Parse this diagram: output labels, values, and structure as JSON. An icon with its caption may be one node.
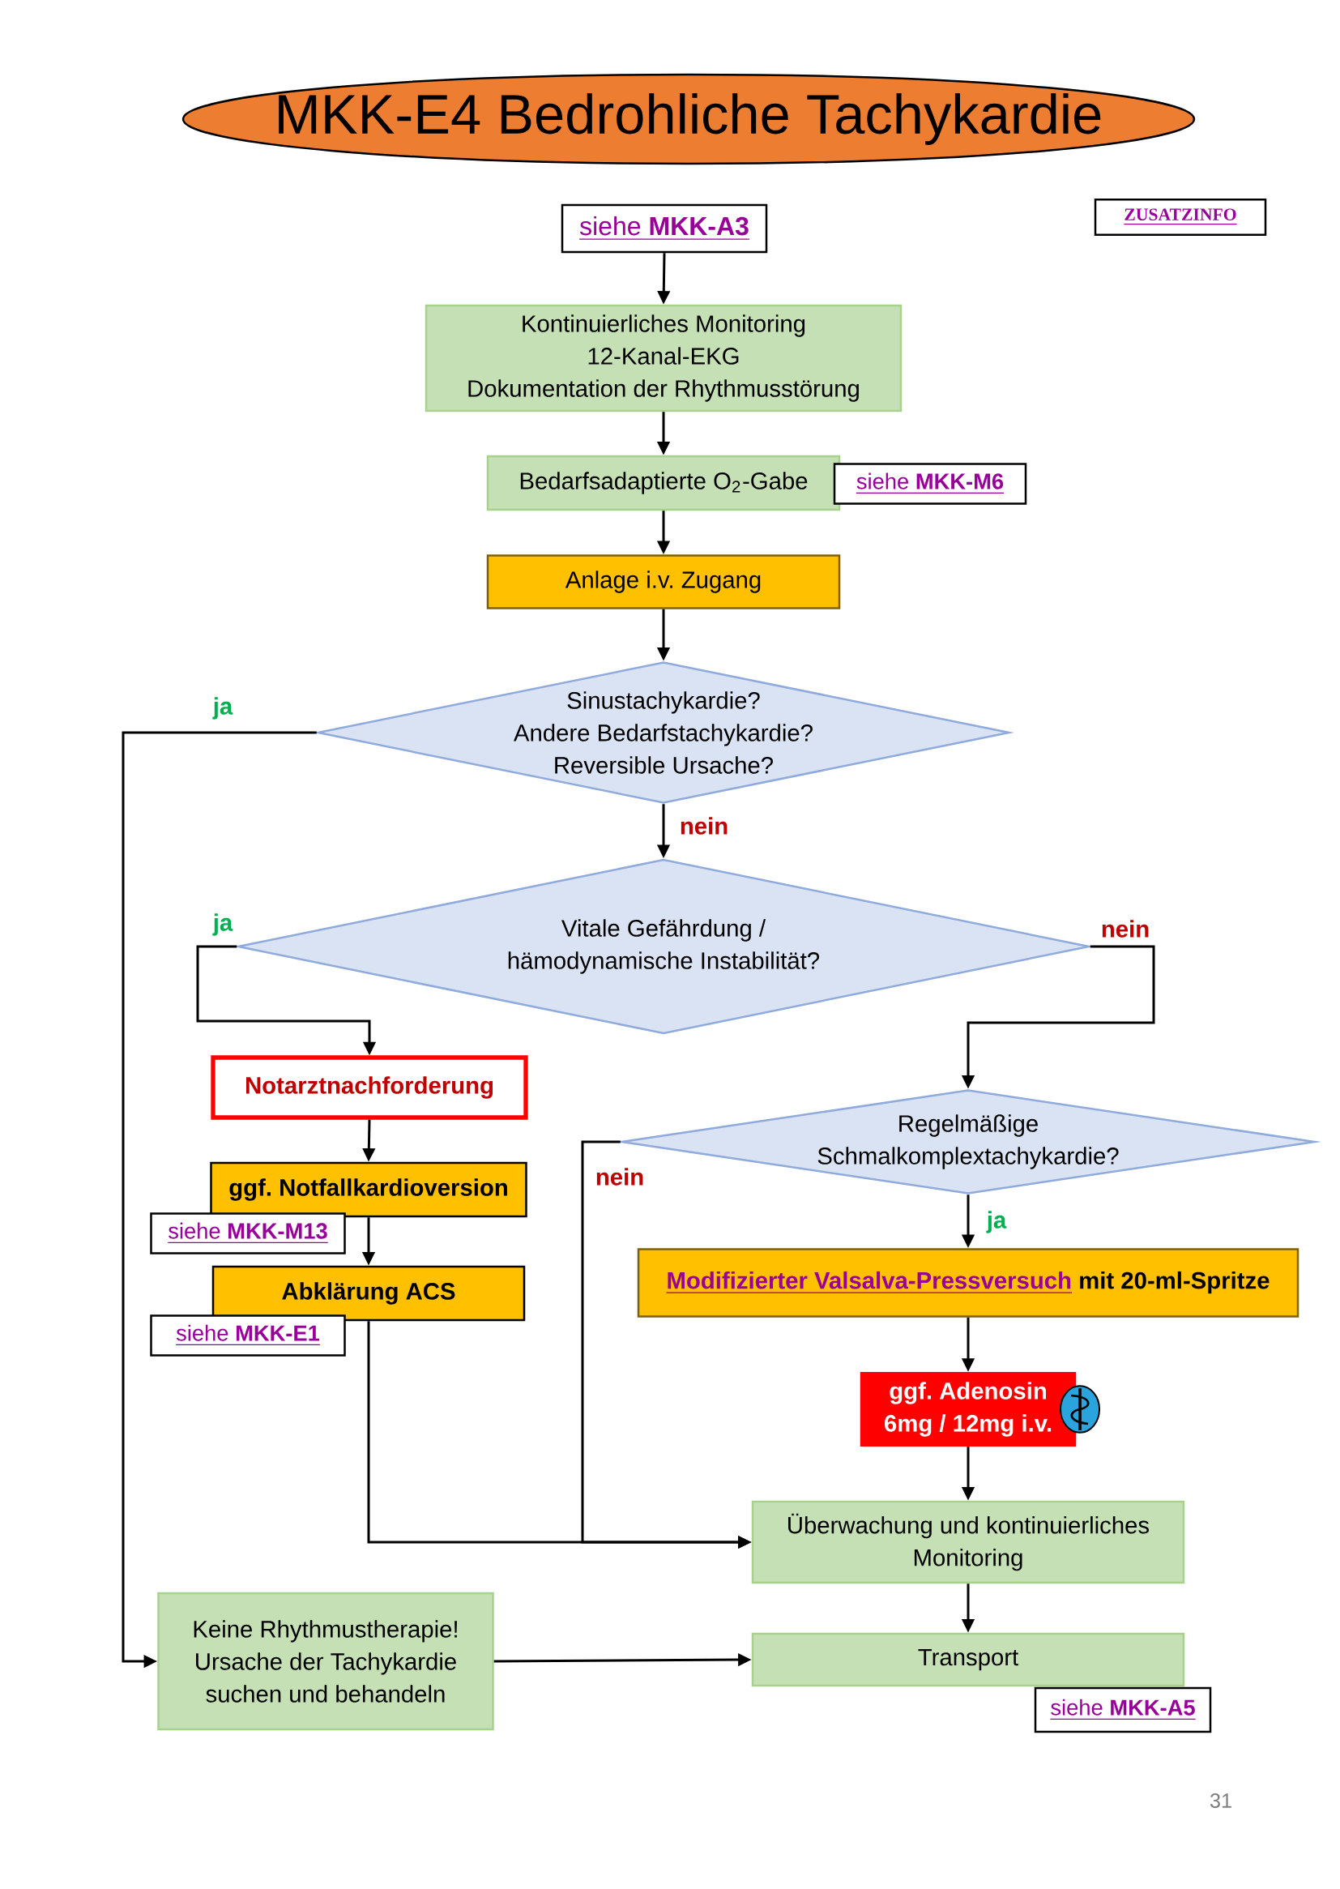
{
  "diagram": {
    "title": "MKK-E4 Bedrohliche Tachykardie",
    "nodes": [
      {
        "text": [
          "siehe **MKK-A3**"
        ]
      },
      {
        "text": [
          "ZUSATZINFO"
        ]
      },
      {
        "text": [
          "Kontinuierliches Monitoring",
          "12-Kanal-EKG",
          "Dokumentation der Rhythmusstörung"
        ]
      },
      {
        "text": [
          "Bedarfsadaptierte O$_{2}$-Gabe"
        ]
      },
      {
        "text": [
          "siehe **MKK-M6**"
        ]
      },
      {
        "text": [
          "Anlage i.v. Zugang"
        ]
      },
      {
        "text": [
          "Sinustachykardie?",
          "Andere Bedarfstachykardie?",
          "Reversible Ursache?"
        ]
      },
      {
        "text": [
          "Vitale Gefährdung / hämodynamische Instabilität?"
        ]
      },
      {
        "text": [
          "Notarztnachforderung"
        ]
      },
      {
        "text": [
          "ggf. Notfallkardioversion"
        ]
      },
      {
        "text": [
          "siehe **MKK-M13**"
        ]
      },
      {
        "text": [
          "Abklärung ACS"
        ]
      },
      {
        "text": [
          "siehe **MKK-E1**"
        ]
      },
      {
        "text": [
          "Regelmäßige Schmalkomplextachykardie?"
        ]
      },
      {
        "text": [
          "Modifizierter Valsalva-Pressversuch",
          "mit 20-ml-Spritze"
        ]
      },
      {
        "text": [
          "ggf. Adenosin 6mg / 12mg i.v."
        ]
      },
      {
        "text": [
          "Überwachung und kontinuierliches Monitoring"
        ]
      },
      {
        "text": [
          "Keine Rhythmustherapie!",
          "Ursache der Tachykardie suchen und behandeln"
        ]
      },
      {
        "text": [
          "Transport"
        ]
      },
      {
        "text": [
          "siehe **MKK-A5**"
        ]
      }
    ],
    "edges": [
      {
        "from": 0,
        "to": 2,
        "arrow": "to"
      },
      {
        "from": 2,
        "to": 3,
        "arrow": "to"
      },
      {
        "from": 3,
        "to": 5,
        "arrow": "to"
      },
      {
        "from": 5,
        "to": 6,
        "arrow": "to"
      },
      {
        "from": 6,
        "to": 7,
        "arrow": "to",
        "label": "nein"
      },
      {
        "from": 6,
        "to": 17,
        "arrow": "to",
        "label": "ja"
      },
      {
        "from": 7,
        "to": 8,
        "arrow": "to",
        "label": "ja"
      },
      {
        "from": 7,
        "to": 13,
        "arrow": "to",
        "label": "nein"
      },
      {
        "from": 8,
        "to": 9,
        "arrow": "to"
      },
      {
        "from": 9,
        "to": 11,
        "arrow": "to"
      },
      {
        "from": 11,
        "to": 16,
        "arrow": "to"
      },
      {
        "from": 13,
        "to": 16,
        "arrow": "to",
        "label": "nein"
      },
      {
        "from": 13,
        "to": 14,
        "arrow": "to",
        "label": "ja"
      },
      {
        "from": 14,
        "to": 15,
        "arrow": "to"
      },
      {
        "from": 15,
        "to": 16,
        "arrow": "to"
      },
      {
        "from": 16,
        "to": 18,
        "arrow": "to"
      },
      {
        "from": 17,
        "to": 18,
        "arrow": "to"
      }
    ],
    "labels": [
      "31"
    ]
  }
}
